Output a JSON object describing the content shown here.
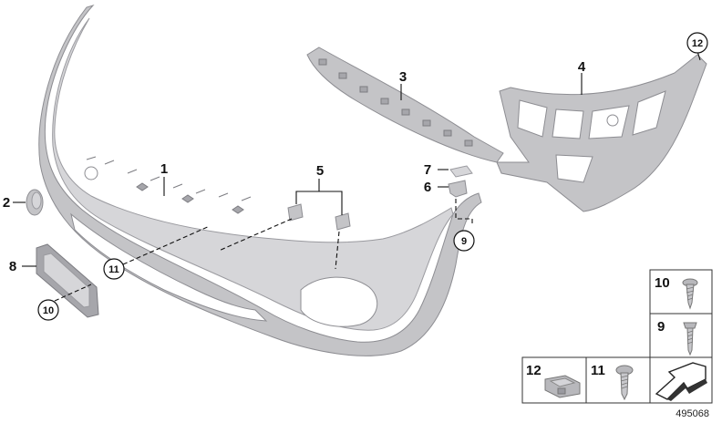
{
  "diagram": {
    "diagram_number": "495068",
    "callouts": {
      "c1": "1",
      "c2": "2",
      "c3": "3",
      "c4": "4",
      "c5": "5",
      "c6": "6",
      "c7": "7",
      "c8": "8",
      "c9": "9",
      "c10": "10",
      "c11": "11",
      "c12": "12"
    },
    "fastener_table": {
      "row1_label": "10",
      "row2_label": "9",
      "bottom_a_label": "12",
      "bottom_b_label": "11"
    }
  }
}
